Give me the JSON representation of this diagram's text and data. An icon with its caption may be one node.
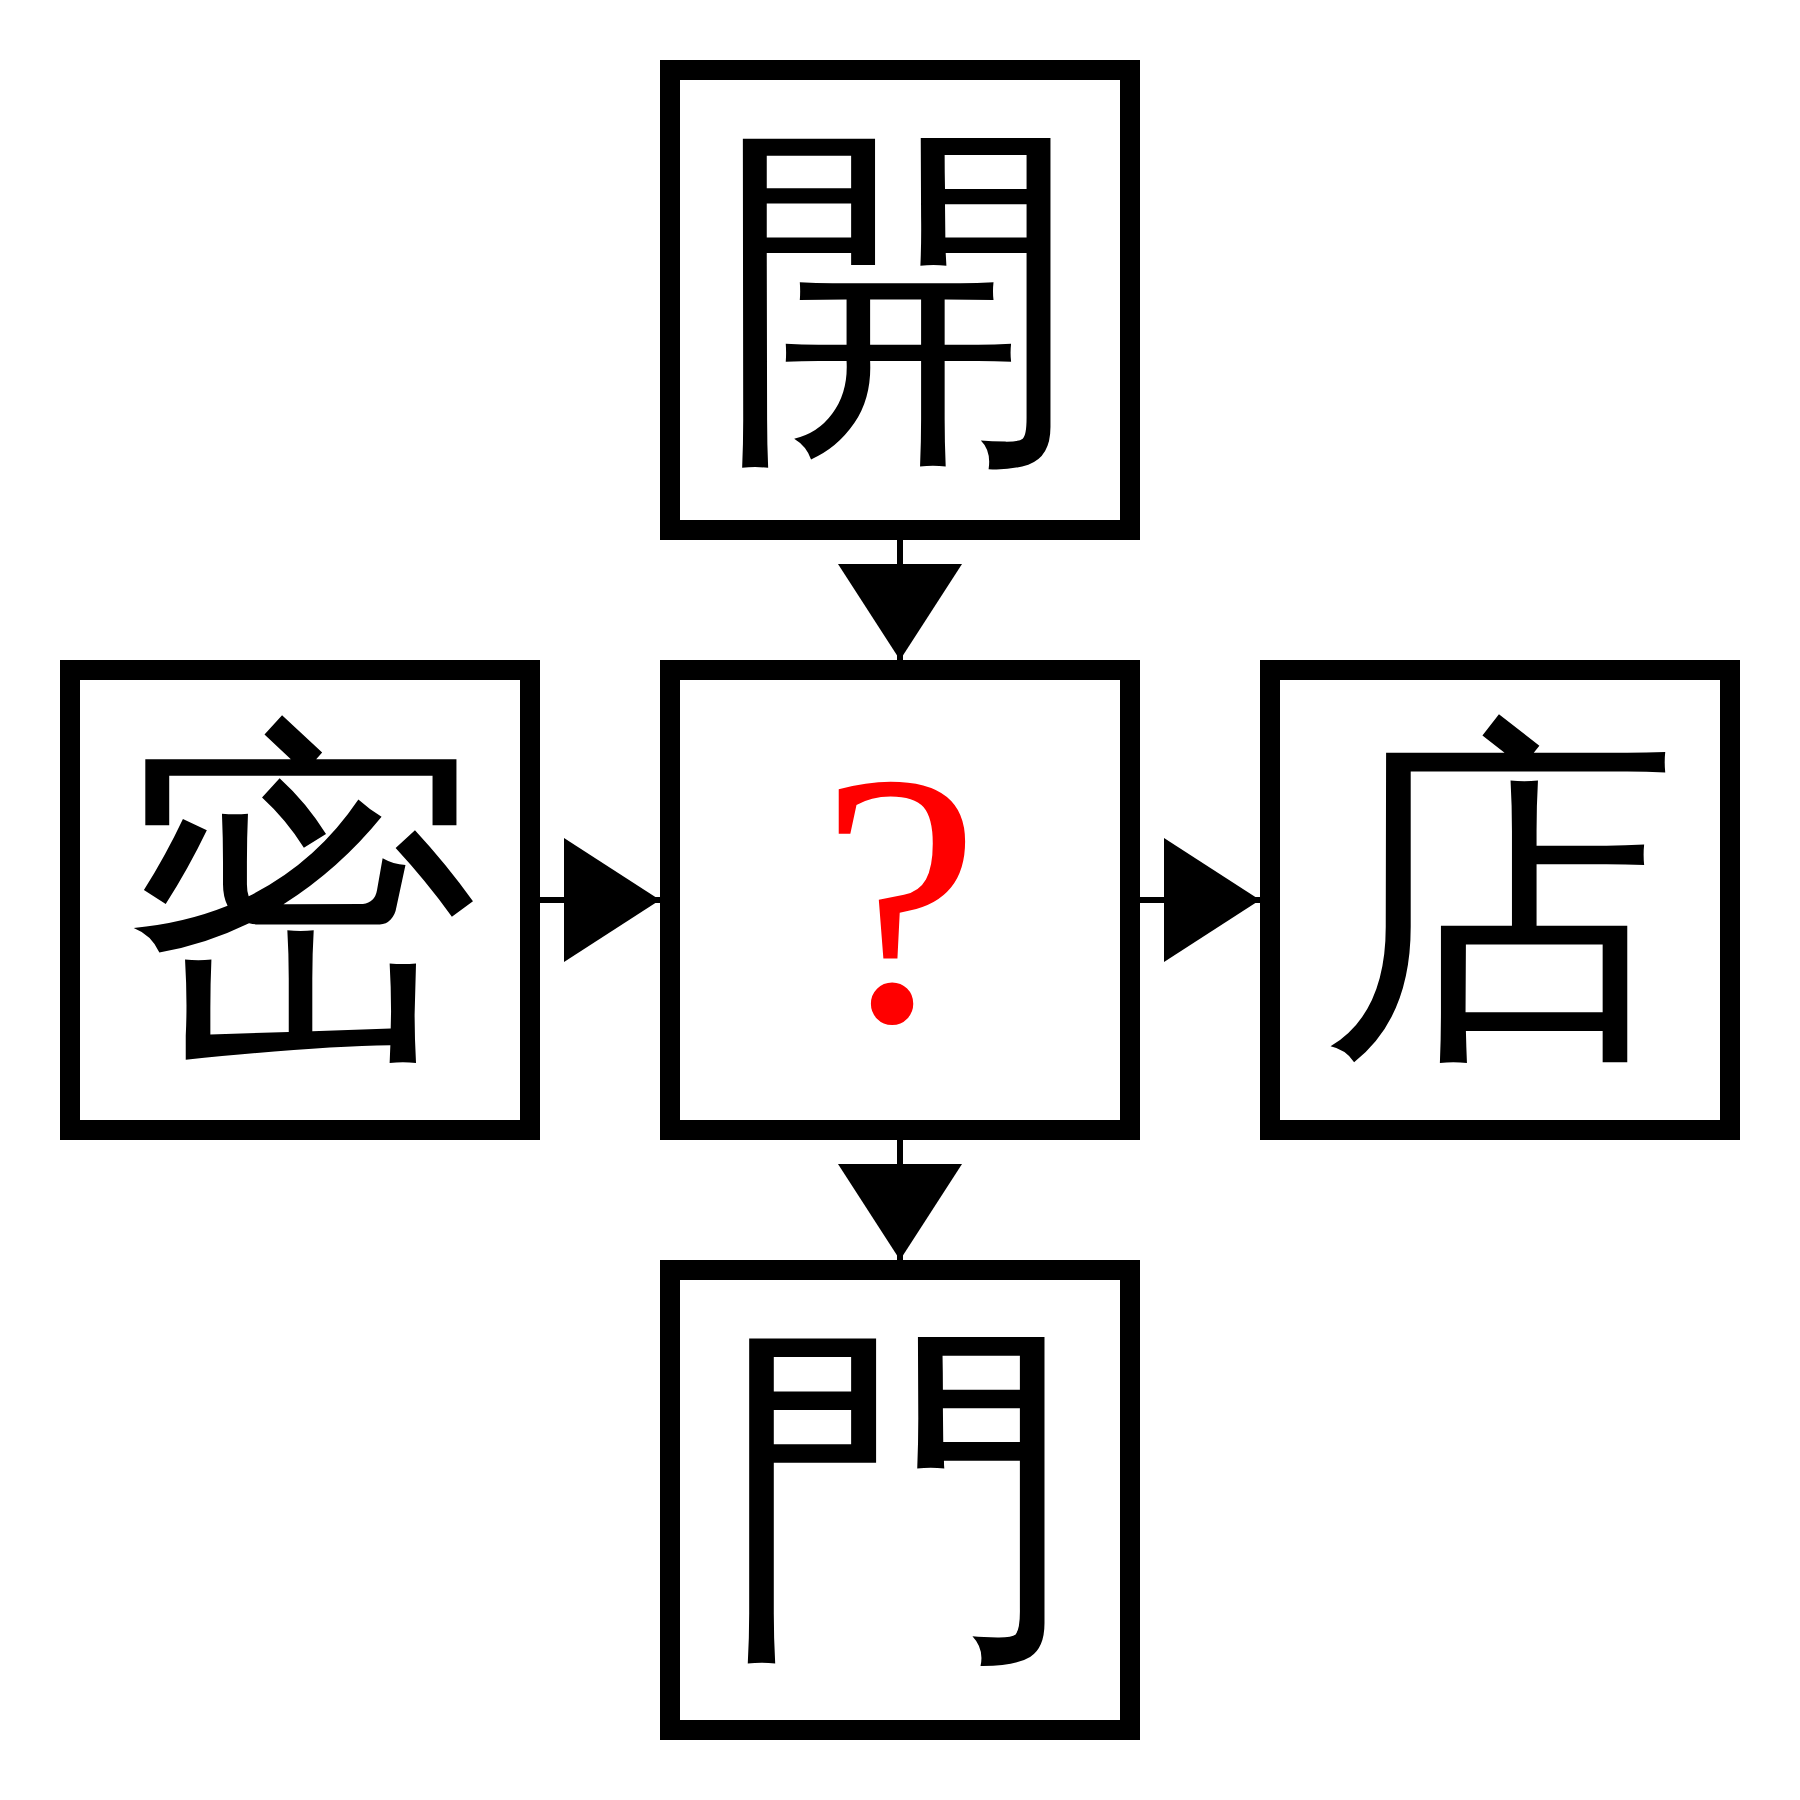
{
  "diagram": {
    "nodes": [
      {
        "text": [
          "開"
        ]
      },
      {
        "text": [
          "密"
        ]
      },
      {
        "text": [
          "?"
        ]
      },
      {
        "text": [
          "店"
        ]
      },
      {
        "text": [
          "門"
        ]
      }
    ],
    "edges": [
      {
        "from": 0,
        "to": 2,
        "arrow": "to"
      },
      {
        "from": 1,
        "to": 2,
        "arrow": "to"
      },
      {
        "from": 2,
        "to": 3,
        "arrow": "to"
      },
      {
        "from": 2,
        "to": 4,
        "arrow": "to"
      }
    ]
  }
}
